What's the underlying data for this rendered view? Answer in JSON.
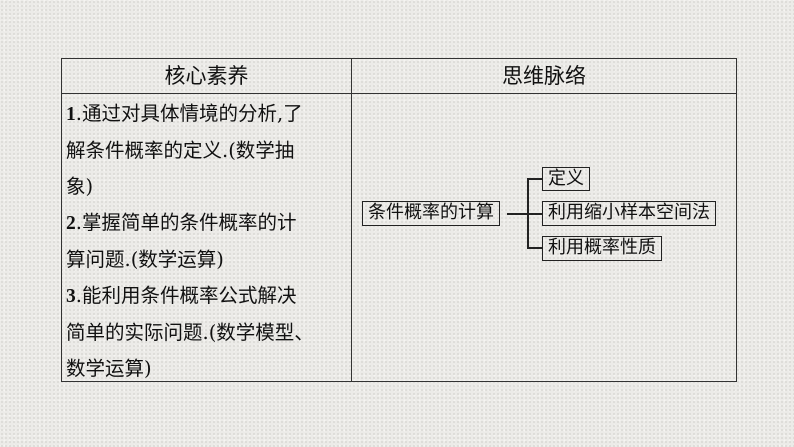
{
  "table": {
    "headers": [
      "核心素养",
      "思维脉络"
    ],
    "left_lines": [
      {
        "num": "1",
        "text": ".通过对具体情境的分析,了"
      },
      {
        "num": "",
        "text": "解条件概率的定义.(数学抽"
      },
      {
        "num": "",
        "text": "象)"
      },
      {
        "num": "2",
        "text": ".掌握简单的条件概率的计"
      },
      {
        "num": "",
        "text": "算问题.(数学运算)"
      },
      {
        "num": "3",
        "text": ".能利用条件概率公式解决"
      },
      {
        "num": "",
        "text": "简单的实际问题.(数学模型、"
      },
      {
        "num": "",
        "text": "数学运算)"
      }
    ]
  },
  "diagram": {
    "root": "条件概率的计算",
    "branches": [
      "定义",
      "利用缩小样本空间法",
      "利用概率性质"
    ]
  }
}
